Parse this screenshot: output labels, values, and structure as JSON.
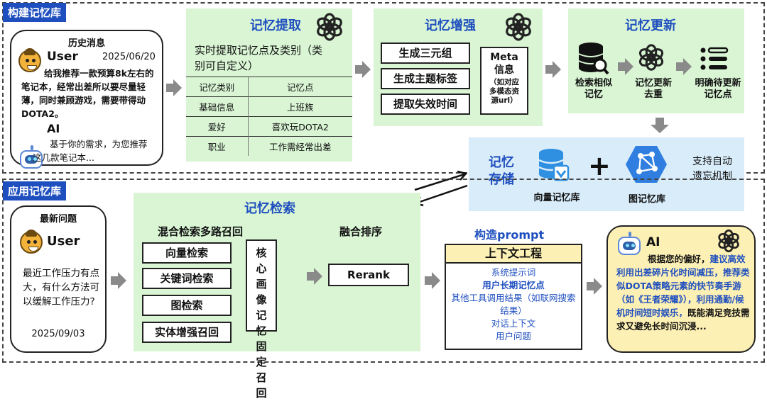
{
  "build": {
    "tag": "构建记忆库",
    "history": {
      "title": "历史消息",
      "user_label": "User",
      "user_date": "2025/06/20",
      "user_text": "给我推荐一款预算8k左右的笔记本，经常出差所以要尽量轻薄，同时兼顾游戏，需要带得动DOTA2。",
      "ai_label": "AI",
      "ai_text": "基于你的需求，为您推荐这几款笔记本..."
    },
    "extract": {
      "title": "记忆提取",
      "desc": "实时提取记忆点及类别（类别可自定义）",
      "headers": [
        "记忆类别",
        "记忆点"
      ],
      "rows": [
        [
          "基础信息",
          "上班族"
        ],
        [
          "爱好",
          "喜欢玩DOTA2"
        ],
        [
          "职业",
          "工作需经常出差"
        ]
      ]
    },
    "enhance": {
      "title": "记忆增强",
      "items": [
        "生成三元组",
        "生成主题标签",
        "提取失效时间"
      ],
      "meta_title": "Meta信息",
      "meta_note": "（如对应多模态资源url）"
    },
    "update": {
      "title": "记忆更新",
      "step1": "检索相似记忆",
      "step2": "记忆更新去重",
      "step3": "明确待更新记忆点"
    },
    "storage": {
      "title": "记忆存储",
      "vector": "向量记忆库",
      "graph": "图记忆库",
      "forget": "支持自动遗忘机制"
    }
  },
  "apply": {
    "tag": "应用记忆库",
    "question": {
      "title": "最新问题",
      "user_label": "User",
      "text": "最近工作压力有点大，有什么方法可以缓解工作压力?",
      "date": "2025/09/03"
    },
    "retrieval": {
      "title": "记忆检索",
      "subtitle": "混合检索多路召回",
      "items": [
        "向量检索",
        "关键词检索",
        "图检索",
        "实体增强召回"
      ],
      "core": "核心画像记忆固定召回",
      "fusion_title": "融合排序",
      "rerank": "Rerank"
    },
    "prompt": {
      "title": "构造prompt",
      "box_title": "上下文工程",
      "lines": [
        "系统提示词",
        "用户长期记忆点",
        "其他工具调用结果（如联网搜索结果）",
        "对话上下文",
        "用户问题"
      ]
    },
    "answer": {
      "ai_label": "AI",
      "seg1": "根据您的偏好，",
      "seg2": "建议高效利用出差碎片化时间减压，",
      "seg3": "推荐类似DOTA策略元素的快节奏手游（如《王者荣耀》），",
      "seg4": "利用通勤/候机时间短时娱乐，",
      "seg5": "既能满足竞技需求又避免长时间沉浸..."
    }
  },
  "colors": {
    "tag": "#1f4fbf",
    "green": "#d9f5d4",
    "storage": "#d8ecfa",
    "accent_blue": "#1f4fbf"
  }
}
